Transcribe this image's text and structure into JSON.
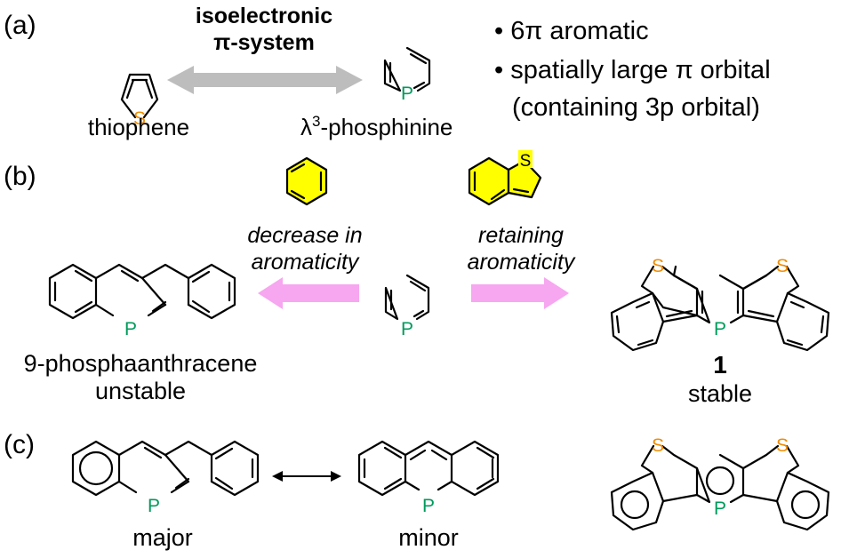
{
  "panels": {
    "a": "(a)",
    "b": "(b)",
    "c": "(c)"
  },
  "section_a": {
    "arrow_label_line1": "isoelectronic",
    "arrow_label_line2": "π-system",
    "thiophene_label": "thiophene",
    "phosphinine_lambda": "λ",
    "phosphinine_sup": "3",
    "phosphinine_rest": "-phosphinine",
    "bullet1": "• 6π aromatic",
    "bullet2": "• spatially large π orbital",
    "bullet3": "(containing 3p orbital)"
  },
  "section_b": {
    "left_arrow_line1": "decrease in",
    "left_arrow_line2": "aromaticity",
    "right_arrow_line1": "retaining",
    "right_arrow_line2": "aromaticity",
    "left_compound_name": "9-phosphaanthracene",
    "left_compound_status": "unstable",
    "right_compound_number": "1",
    "right_compound_status": "stable"
  },
  "section_c": {
    "major_label": "major",
    "minor_label": "minor"
  },
  "atoms": {
    "S": "S",
    "P": "P"
  },
  "colors": {
    "sulfur": "#f08c00",
    "phosphorus": "#009a5c",
    "gray_arrow": "#bdbdbd",
    "pink_arrow": "#f7a6f0",
    "yellow_ring": "#ffff00"
  }
}
